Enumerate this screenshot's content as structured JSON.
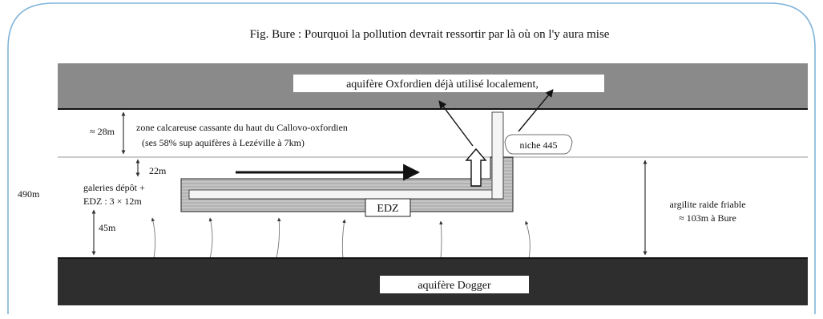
{
  "figure": {
    "title": "Fig. Bure : Pourquoi la pollution devrait ressortir par là où on l'y aura mise"
  },
  "layers": {
    "top_aquifer_label": "aquifère Oxfordien déjà utilisé localement,",
    "bottom_aquifer_label": "aquifère Dogger",
    "claystone_label_line1": "argilite raide friable",
    "claystone_label_line2": "≈ 103m à Bure"
  },
  "annotations": {
    "limestone_thickness": "≈ 28m",
    "limestone_desc_line1": "zone calcareuse cassante du haut du Callovo-oxfordien",
    "limestone_desc_line2": "(ses 58% sup aquifères à Lezéville à 7km)",
    "gap_above_galleries": "22m",
    "galleries_line1": "galeries dépôt +",
    "galleries_line2": "EDZ : 3 × 12m",
    "gap_below_galleries": "45m",
    "total_depth": "490m",
    "edz_label": "EDZ",
    "niche_label": "niche 445"
  },
  "colors": {
    "frame": "#7fb3d9",
    "aquifer_top": "#8a8a8a",
    "aquifer_bottom": "#2e2e2e",
    "ink": "#111111"
  }
}
